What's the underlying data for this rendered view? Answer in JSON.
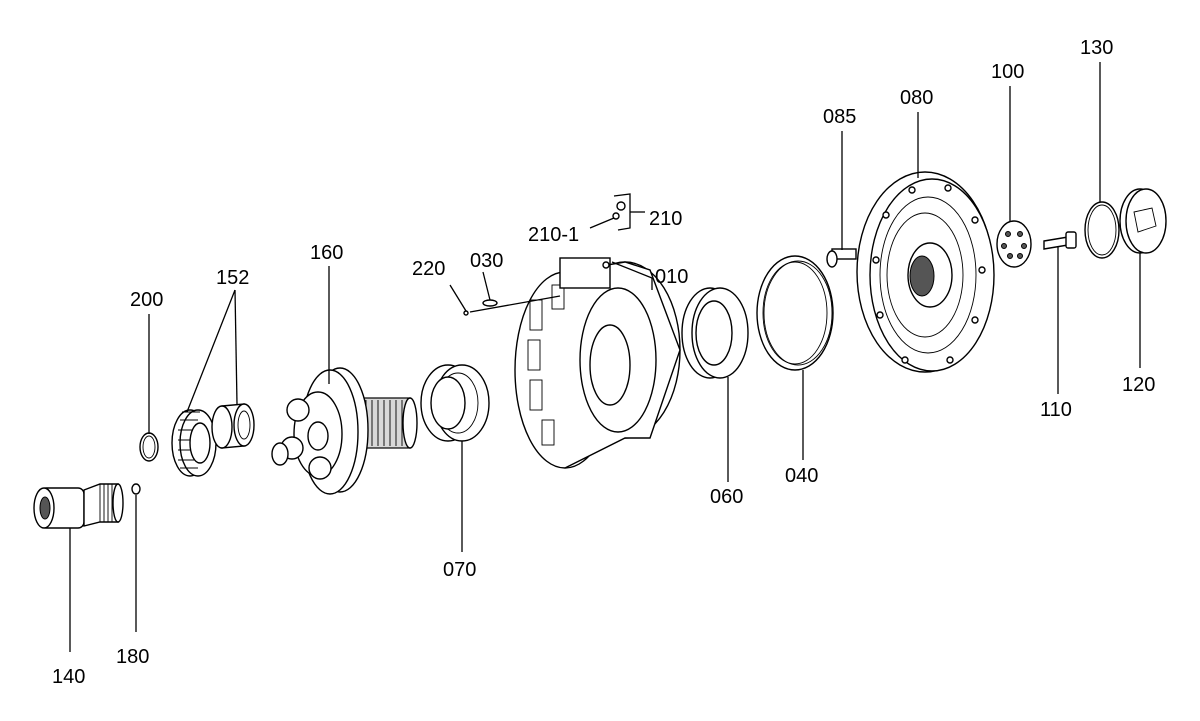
{
  "labels": {
    "l010": "010",
    "l030": "030",
    "l040": "040",
    "l060": "060",
    "l070": "070",
    "l080": "080",
    "l085": "085",
    "l100": "100",
    "l110": "110",
    "l120": "120",
    "l130": "130",
    "l140": "140",
    "l152": "152",
    "l160": "160",
    "l180": "180",
    "l200": "200",
    "l210": "210",
    "l210_1": "210-1",
    "l220": "220"
  }
}
